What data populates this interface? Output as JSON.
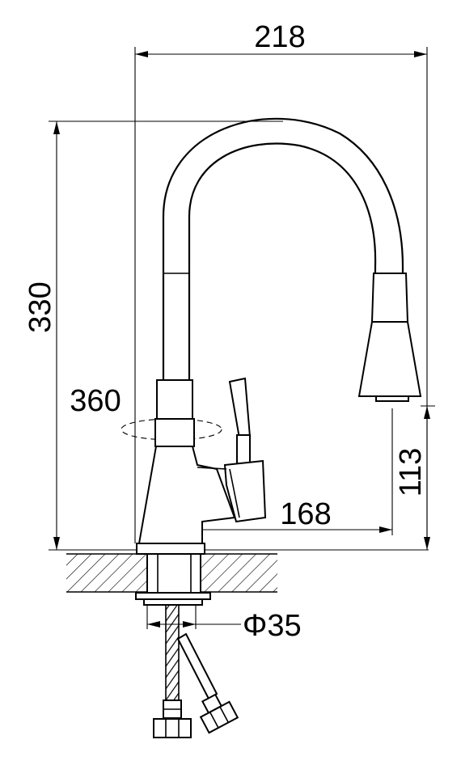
{
  "dimensions": {
    "overall_width": "218",
    "overall_height": "330",
    "rotation": "360",
    "spout_height": "113",
    "spout_reach": "168",
    "mount_diameter": "Φ35"
  },
  "colors": {
    "line": "#000000",
    "background": "#ffffff"
  }
}
